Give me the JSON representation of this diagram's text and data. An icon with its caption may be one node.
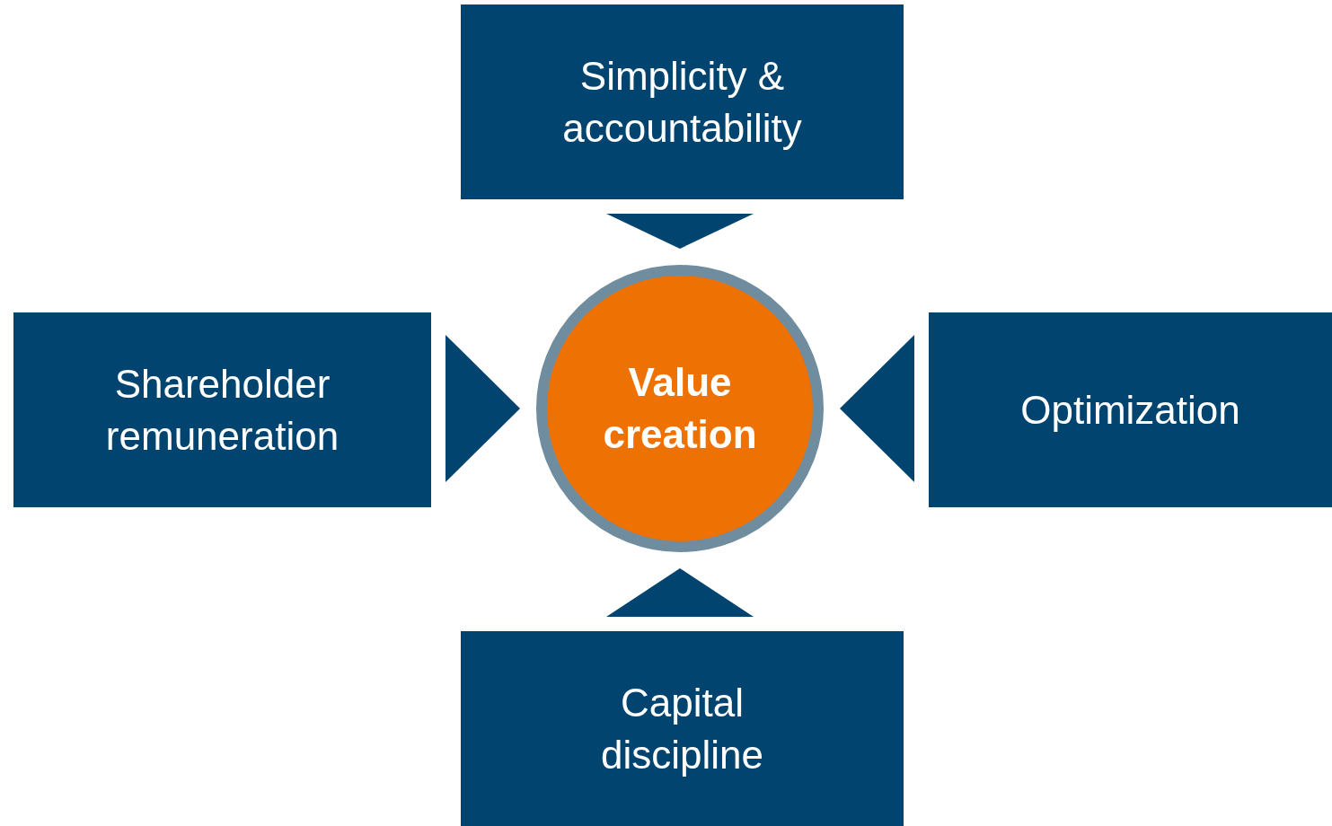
{
  "diagram": {
    "nodes": [
      {
        "text": [
          "Simplicity & accountability"
        ]
      },
      {
        "text": [
          "Shareholder remuneration"
        ]
      },
      {
        "text": [
          "Value creation"
        ]
      },
      {
        "text": [
          "Optimization"
        ]
      },
      {
        "text": [
          "Capital discipline"
        ]
      }
    ],
    "edges": [
      {
        "from": 0,
        "to": 2,
        "arrow": "to"
      },
      {
        "from": 1,
        "to": 2,
        "arrow": "to"
      },
      {
        "from": 3,
        "to": 2,
        "arrow": "to"
      },
      {
        "from": 4,
        "to": 2,
        "arrow": "to"
      }
    ]
  }
}
